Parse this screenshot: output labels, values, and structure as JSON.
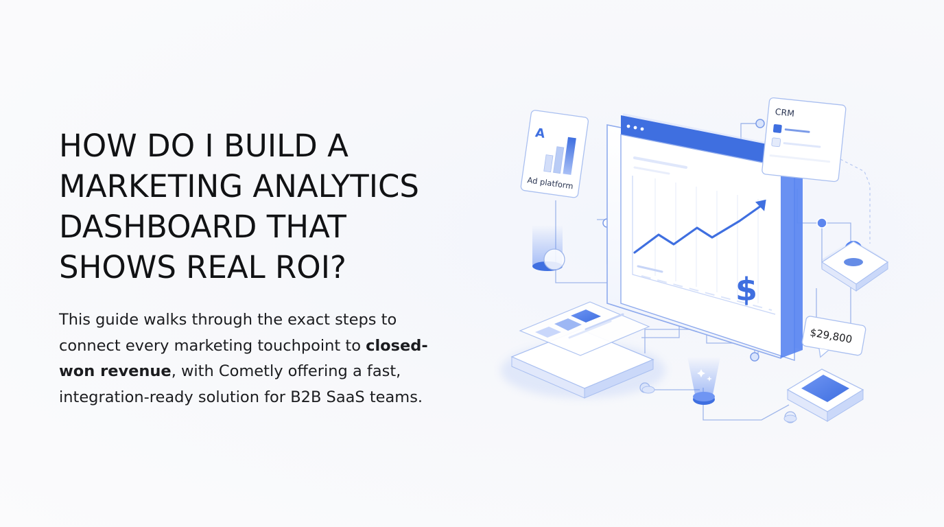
{
  "headline": {
    "line1": "HOW DO I BUILD A",
    "line2": "MARKETING ANALYTICS",
    "line3": "DASHBOARD THAT",
    "line4": "SHOWS REAL ROI?"
  },
  "subtext": {
    "line1": "This guide walks through the exact steps to",
    "line2_prefix": "connect every marketing touchpoint to ",
    "line2_bold": "closed-",
    "line3_bold": "won revenue",
    "line3_suffix": ", with Cometly offering a fast,",
    "line4": "integration-ready solution for B2B SaaS teams."
  },
  "illustration": {
    "ad_platform_label": "Ad platform",
    "ad_platform_logo": "A",
    "crm_label": "CRM",
    "revenue_tag": "$29,800",
    "dollar_sign": "$",
    "icons": [
      "ad-platform-logo-icon",
      "bar-chart-icon",
      "trend-arrow-icon",
      "dollar-icon",
      "crm-card-icon",
      "database-icon"
    ],
    "accent_color": "#3f6fe0",
    "light_accent": "#c9d7fb"
  }
}
